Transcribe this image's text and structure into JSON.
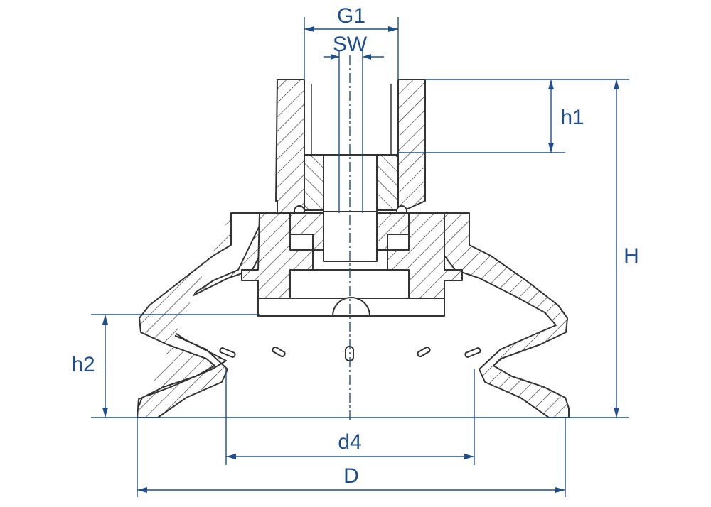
{
  "colors": {
    "dimension": "#1f4e8c",
    "outline": "#333333",
    "hatch_fill": "#ffffff",
    "background": "#ffffff"
  },
  "labels": {
    "g1": "G1",
    "sw": "SW",
    "h1": "h1",
    "h": "H",
    "h2": "h2",
    "d4": "d4",
    "d": "D"
  }
}
